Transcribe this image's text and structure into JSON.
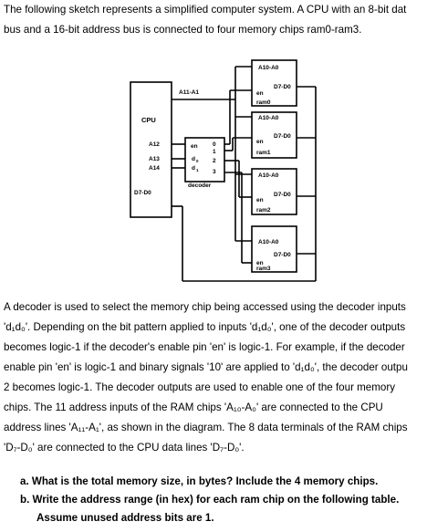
{
  "intro": {
    "line1": "The following sketch represents a simplified computer system. A CPU with an 8-bit dat",
    "line2": "bus and a 16-bit address bus is connected to four memory chips ram0-ram3."
  },
  "diagram": {
    "cpu_label": "CPU",
    "cpu_pins": [
      "A12",
      "A13",
      "A14",
      "D7-D0"
    ],
    "bus_label": "A11-A1",
    "decoder_label": "decoder",
    "decoder_en": "en",
    "decoder_inputs": [
      "d",
      "d"
    ],
    "decoder_input_subs": [
      "0",
      "1"
    ],
    "decoder_outputs": [
      "0",
      "1",
      "2",
      "3"
    ],
    "ram_addr": "A10-A0",
    "ram_data": "D7-D0",
    "ram_en": "en",
    "ram_names": [
      "ram0",
      "ram1",
      "ram2",
      "ram3"
    ]
  },
  "para": [
    "A decoder is used to select the memory chip being accessed using the decoder inputs",
    "'d₁d₀'. Depending on the bit pattern applied to inputs 'd₁d₀', one of the decoder outputs",
    "becomes logic-1 if the decoder's enable pin 'en' is logic-1. For example, if the decoder",
    "enable pin 'en' is logic-1 and binary signals '10' are applied to 'd₁d₀', the decoder outpu",
    "2 becomes logic-1. The decoder outputs are used to enable one of the four memory",
    "chips. The 11 address inputs of the RAM chips 'A₁₀-A₀' are connected to the CPU",
    "address lines 'A₁₁-A₁', as shown in the diagram. The 8 data terminals of the RAM chips",
    "'D₇-D₀' are connected to the CPU data lines 'D₇-D₀'."
  ],
  "questions": [
    "a.  What is the total memory size, in bytes? Include the 4 memory chips.",
    "b.  Write the address range (in hex) for each ram chip on the following table.",
    "Assume unused address bits are 1."
  ]
}
